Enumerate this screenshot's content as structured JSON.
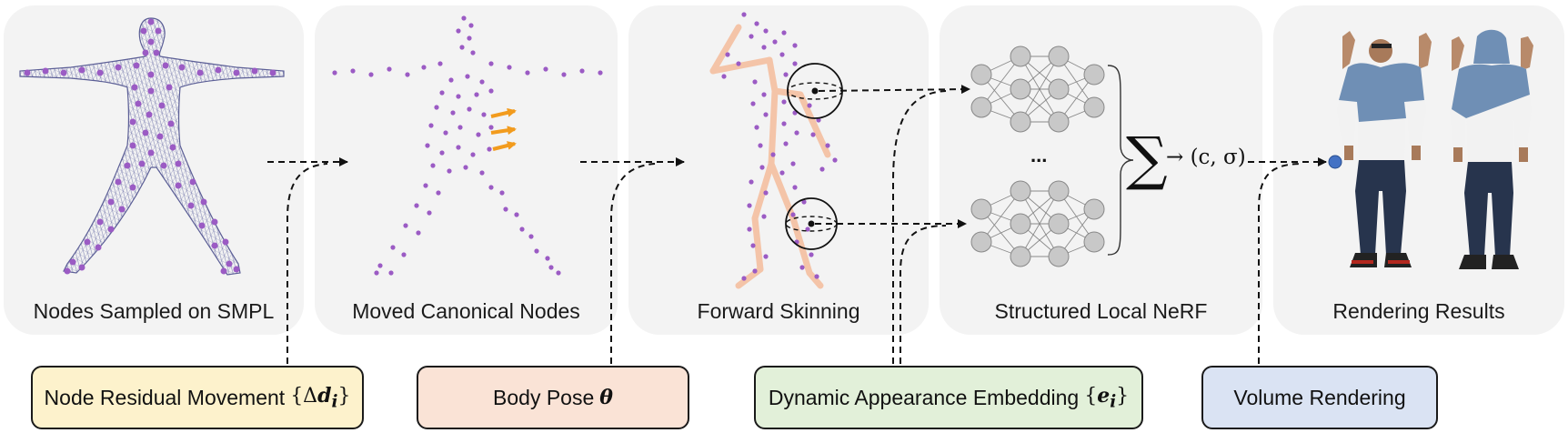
{
  "panels": {
    "p1_title": "Nodes Sampled on SMPL",
    "p2_title": "Moved Canonical Nodes",
    "p3_title": "Forward Skinning",
    "p4_title": "Structured Local NeRF",
    "p5_title": "Rendering Results"
  },
  "boxes": {
    "b1_text": "Node Residual Movement",
    "b1_math_open": "{Δ",
    "b1_math_var": "d",
    "b1_math_sub": "i",
    "b1_math_close": "}",
    "b2_text": "Body Pose",
    "b2_math": "θ",
    "b3_text": "Dynamic Appearance Embedding",
    "b3_math_open": "{",
    "b3_math_var": "e",
    "b3_math_sub": "i",
    "b3_math_close": "}",
    "b4_text": "Volume Rendering"
  },
  "nerf": {
    "ellipsis": "...",
    "sum": "∑",
    "output": "→ (c, σ)"
  },
  "colors": {
    "panel_bg": "#f3f3f3",
    "node_purple": "#9b5bc4",
    "movement_arrow": "#f29b1d",
    "skeleton": "#f4c4a8",
    "box1_fill": "#fdf2cc",
    "box2_fill": "#fae3d6",
    "box3_fill": "#e2f0d9",
    "box4_fill": "#dae3f3",
    "neuron_fill": "#c8c8c8",
    "render_dot": "#4472c4"
  }
}
